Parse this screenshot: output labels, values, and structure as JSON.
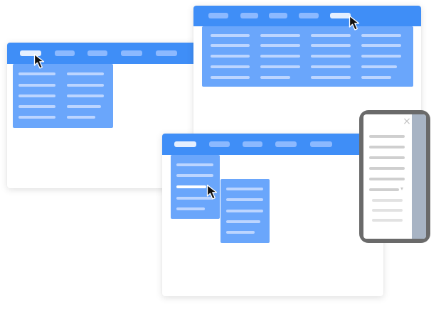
{
  "colors": {
    "menubar": "#3f8ef7",
    "menu_item": "#8cb9ff",
    "menu_item_active": "#e4efff",
    "dropdown": "#6aa6fb",
    "dropdown_line": "#bcd5ff",
    "phone_frame": "#6a6a6a",
    "phone_drawer_panel": "#a8b4c4",
    "phone_menu_line": "#cfcfcf",
    "phone_submenu_line": "#e2e2e2"
  },
  "icons": {
    "cursor": "mouse-pointer-icon",
    "close": "close-icon",
    "submenu_indicator": "caret-down-icon"
  },
  "windows": {
    "left": {
      "menu_items": 5,
      "active_item": 1,
      "dropdown_columns": 2
    },
    "top_right": {
      "menu_items": 5,
      "active_item": 5,
      "dropdown_columns": 4
    },
    "center": {
      "menu_items": 5,
      "active_item": 1,
      "cascading_submenu": true
    }
  },
  "phone": {
    "close_glyph": "×",
    "submenu_glyph": "▾",
    "menu_lines": 6,
    "submenu_lines": 3
  }
}
